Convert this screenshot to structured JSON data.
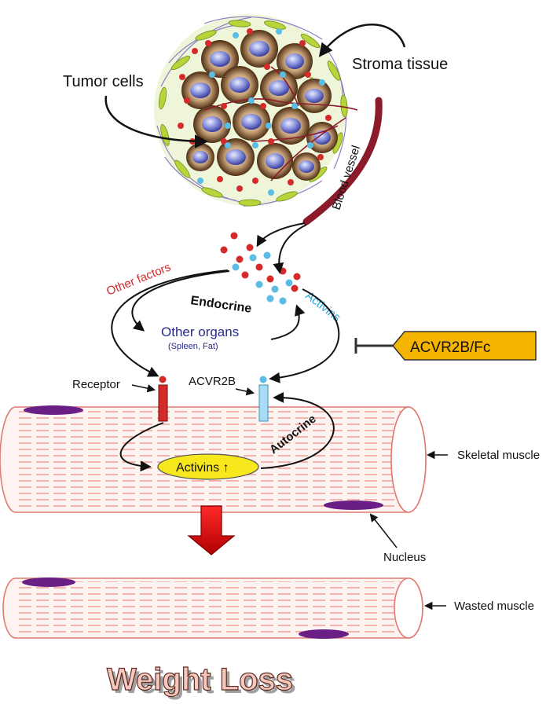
{
  "labels": {
    "tumor_cells": "Tumor cells",
    "stroma_tissue": "Stroma tissue",
    "blood_vessel": "Blood vessel",
    "other_factors": "Other factors",
    "endocrine": "Endocrine",
    "activins": "Activins",
    "other_organs": "Other organs",
    "other_organs_sub": "(Spleen, Fat)",
    "inhibitor": "ACVR2B/Fc",
    "receptor": "Receptor",
    "acvr2b": "ACVR2B",
    "autocrine": "Autocrine",
    "activins_up": "Activins ↑",
    "skeletal_muscle": "Skeletal muscle",
    "nucleus": "Nucleus",
    "wasted_muscle": "Wasted muscle",
    "weight_loss": "Weight Loss"
  },
  "colors": {
    "factor_red": "#d42a2a",
    "activin_blue": "#5bbce6",
    "vessel": "#8b1a2a",
    "muscle_stroke": "#e07a70",
    "muscle_fill": "#fdecea",
    "nucleus": "#6a1f86",
    "inhibitor_fill": "#f5b400",
    "activins_ellipse": "#f7e81e",
    "organs_text": "#2a2a8a",
    "big_arrow": "#d81818"
  }
}
